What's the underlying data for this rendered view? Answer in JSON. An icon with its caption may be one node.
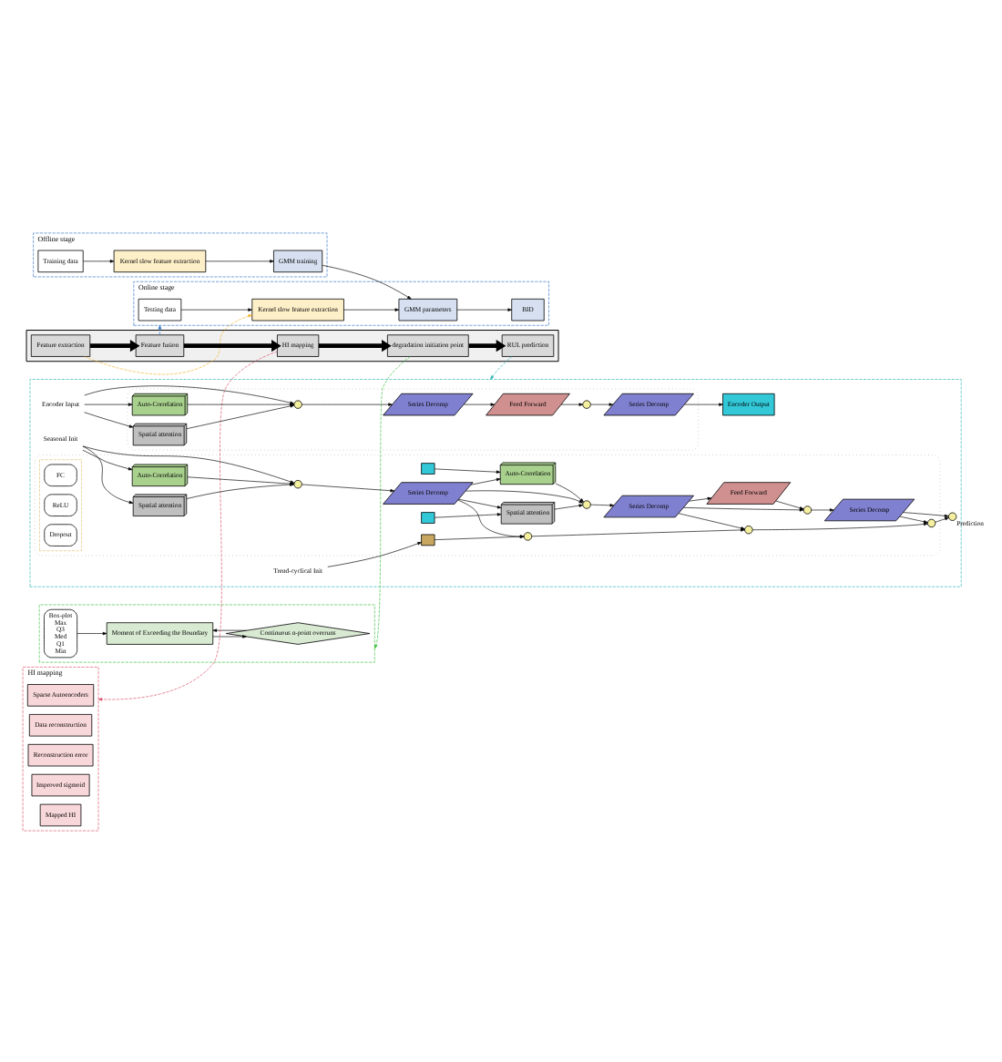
{
  "diagram": {
    "nodes": [
      {
        "text": [
          "Offline stage"
        ]
      },
      {
        "text": [
          "Training data"
        ],
        "in": 0
      },
      {
        "text": [
          "Kernel slow feature extraction"
        ],
        "in": 0
      },
      {
        "text": [
          "GMM training"
        ],
        "in": 0
      },
      {
        "text": [
          "Online stage"
        ]
      },
      {
        "text": [
          "Testing data"
        ],
        "in": 4
      },
      {
        "text": [
          "Kernel slow feature extraction"
        ],
        "in": 4
      },
      {
        "text": [
          "GMM parameters"
        ],
        "in": 4
      },
      {
        "text": [
          "BID"
        ],
        "in": 4
      },
      {
        "text": [],
        "shape": "box"
      },
      {
        "text": [
          "Box-plot",
          "Max",
          "Q3",
          "Med",
          "Q1",
          "Min"
        ],
        "in": 9
      },
      {
        "text": [
          "Moment of Exceeding the Boundary"
        ],
        "in": 9
      },
      {
        "text": [
          "Continuous n-point overruns"
        ],
        "in": 9
      },
      {
        "text": [],
        "shape": "box"
      },
      {
        "text": [
          "Feature extraction"
        ],
        "in": 13
      },
      {
        "text": [
          "Feature fusion"
        ],
        "in": 13
      },
      {
        "text": [
          "HI mapping"
        ],
        "in": 13
      },
      {
        "text": [
          "degradation initiation point"
        ],
        "in": 13
      },
      {
        "text": [
          "RUL prediction"
        ],
        "in": 13
      },
      {
        "text": [
          "HI mapping"
        ]
      },
      {
        "text": [
          "Sparse Autoencoders"
        ],
        "in": 19
      },
      {
        "text": [
          "Data reconstruction"
        ],
        "in": 19
      },
      {
        "text": [
          "Reconstruction error"
        ],
        "in": 19
      },
      {
        "text": [
          "Improved sigmoid"
        ],
        "in": 19
      },
      {
        "text": [
          "Mapped HI"
        ],
        "in": 19
      },
      {
        "text": [],
        "shape": "box"
      },
      {
        "text": [],
        "shape": "box",
        "in": 25
      },
      {
        "text": [
          "Encoder Input"
        ],
        "in": 25
      },
      {
        "text": [
          "Auto-Correlation"
        ],
        "in": 26
      },
      {
        "text": [
          "Spatial attention"
        ],
        "in": 26
      },
      {
        "text": [],
        "shape": "circle",
        "in": 26
      },
      {
        "text": [
          "Series Decomp"
        ],
        "in": 26
      },
      {
        "text": [
          "Feed Forward"
        ],
        "in": 26
      },
      {
        "text": [],
        "shape": "circle",
        "in": 26
      },
      {
        "text": [
          "Series Decomp"
        ],
        "in": 26
      },
      {
        "text": [
          "Encoder Output"
        ],
        "in": 25
      },
      {
        "text": [],
        "shape": "box",
        "in": 25
      },
      {
        "text": [
          "Seasonal Init"
        ],
        "in": 25
      },
      {
        "text": [
          "Trend-cyclical Init"
        ],
        "in": 25
      },
      {
        "text": [
          "Auto-Correlation"
        ],
        "in": 36
      },
      {
        "text": [
          "Spatial attention"
        ],
        "in": 36
      },
      {
        "text": [],
        "shape": "circle",
        "in": 36
      },
      {
        "text": [
          "Series Decomp"
        ],
        "in": 36
      },
      {
        "text": [],
        "shape": "box",
        "in": 36
      },
      {
        "text": [],
        "shape": "box",
        "in": 36
      },
      {
        "text": [
          "Auto-Correlation"
        ],
        "in": 36
      },
      {
        "text": [
          "Spatial attention"
        ],
        "in": 36
      },
      {
        "text": [],
        "shape": "circle",
        "in": 36
      },
      {
        "text": [
          "Series Decomp"
        ],
        "in": 36
      },
      {
        "text": [
          "Feed Forward"
        ],
        "in": 36
      },
      {
        "text": [],
        "shape": "circle",
        "in": 36
      },
      {
        "text": [
          "Series Decomp"
        ],
        "in": 36
      },
      {
        "text": [],
        "shape": "box",
        "in": 36
      },
      {
        "text": [],
        "shape": "box",
        "in": 36
      },
      {
        "text": [
          "FC"
        ],
        "in": 53
      },
      {
        "text": [
          "ReLU"
        ],
        "in": 53
      },
      {
        "text": [
          "Dropout"
        ],
        "in": 53
      },
      {
        "text": [],
        "shape": "circle",
        "in": 36
      },
      {
        "text": [],
        "shape": "circle",
        "in": 36
      },
      {
        "text": [],
        "shape": "circle",
        "in": 36
      },
      {
        "text": [],
        "shape": "circle",
        "beside": [
          "Prediction"
        ],
        "in": 25
      }
    ],
    "edges": [
      {
        "from": 1,
        "to": 2,
        "arrow": "to"
      },
      {
        "from": 2,
        "to": 3,
        "arrow": "to"
      },
      {
        "from": 3,
        "to": 7,
        "arrow": "to"
      },
      {
        "from": 5,
        "to": 6,
        "arrow": "to"
      },
      {
        "from": 6,
        "to": 7,
        "arrow": "to"
      },
      {
        "from": 7,
        "to": 8,
        "arrow": "to"
      },
      {
        "from": 10,
        "to": 11,
        "arrow": "to"
      },
      {
        "from": 11,
        "to": 12,
        "arrow": "to"
      },
      {
        "from": 12,
        "to": 11,
        "arrow": "to"
      },
      {
        "from": 14,
        "to": 15,
        "arrow": "to",
        "style": "thick"
      },
      {
        "from": 15,
        "to": 16,
        "arrow": "to",
        "style": "thick"
      },
      {
        "from": 16,
        "to": 17,
        "arrow": "to",
        "style": "thick"
      },
      {
        "from": 17,
        "to": 18,
        "arrow": "to",
        "style": "thick"
      },
      {
        "from": 14,
        "to": 6,
        "arrow": "to",
        "style": "dashed",
        "color": "#f5b12a"
      },
      {
        "from": 15,
        "to": 4,
        "arrow": "to",
        "style": "dashed",
        "color": "#2f75c9"
      },
      {
        "from": 17,
        "to": 9,
        "arrow": "to",
        "style": "dashed",
        "color": "#3cbf3c"
      },
      {
        "from": 16,
        "to": 19,
        "arrow": "to",
        "style": "dashed",
        "color": "#d9506a"
      },
      {
        "from": 18,
        "to": 25,
        "arrow": "to",
        "style": "dashed",
        "color": "#2ab5b5"
      },
      {
        "from": 27,
        "to": 28,
        "arrow": "to"
      },
      {
        "from": 27,
        "to": 29,
        "arrow": "to"
      },
      {
        "from": 27,
        "to": 30,
        "arrow": "to"
      },
      {
        "from": 28,
        "to": 30,
        "arrow": "to"
      },
      {
        "from": 29,
        "to": 30,
        "arrow": "to"
      },
      {
        "from": 30,
        "to": 31,
        "arrow": "to"
      },
      {
        "from": 31,
        "to": 32,
        "arrow": "to"
      },
      {
        "from": 32,
        "to": 33,
        "arrow": "to"
      },
      {
        "from": 33,
        "to": 34,
        "arrow": "to"
      },
      {
        "from": 34,
        "to": 35,
        "arrow": "to"
      },
      {
        "from": 37,
        "to": 39,
        "arrow": "to"
      },
      {
        "from": 37,
        "to": 40,
        "arrow": "to"
      },
      {
        "from": 37,
        "to": 41,
        "arrow": "to"
      },
      {
        "from": 39,
        "to": 41,
        "arrow": "to"
      },
      {
        "from": 40,
        "to": 41,
        "arrow": "to"
      },
      {
        "from": 41,
        "to": 42,
        "arrow": "to"
      },
      {
        "from": 42,
        "to": 45,
        "arrow": "to"
      },
      {
        "from": 42,
        "to": 46,
        "arrow": "to"
      },
      {
        "from": 42,
        "to": 47,
        "arrow": "to"
      },
      {
        "from": 43,
        "to": 45,
        "arrow": "to"
      },
      {
        "from": 44,
        "to": 46,
        "arrow": "to"
      },
      {
        "from": 45,
        "to": 47,
        "arrow": "to"
      },
      {
        "from": 46,
        "to": 47,
        "arrow": "to"
      },
      {
        "from": 47,
        "to": 48,
        "arrow": "to"
      },
      {
        "from": 48,
        "to": 49,
        "arrow": "to"
      },
      {
        "from": 48,
        "to": 50,
        "arrow": "to"
      },
      {
        "from": 49,
        "to": 50,
        "arrow": "to"
      },
      {
        "from": 50,
        "to": 51,
        "arrow": "to"
      },
      {
        "from": 51,
        "to": 60,
        "arrow": "to"
      },
      {
        "from": 38,
        "to": 52,
        "arrow": "to"
      },
      {
        "from": 52,
        "to": 57,
        "arrow": "to"
      },
      {
        "from": 42,
        "to": 57,
        "arrow": "to"
      },
      {
        "from": 57,
        "to": 58,
        "arrow": "to"
      },
      {
        "from": 48,
        "to": 58,
        "arrow": "to"
      },
      {
        "from": 58,
        "to": 59,
        "arrow": "to"
      },
      {
        "from": 51,
        "to": 59,
        "arrow": "to"
      },
      {
        "from": 59,
        "to": 60,
        "arrow": "to"
      }
    ]
  }
}
